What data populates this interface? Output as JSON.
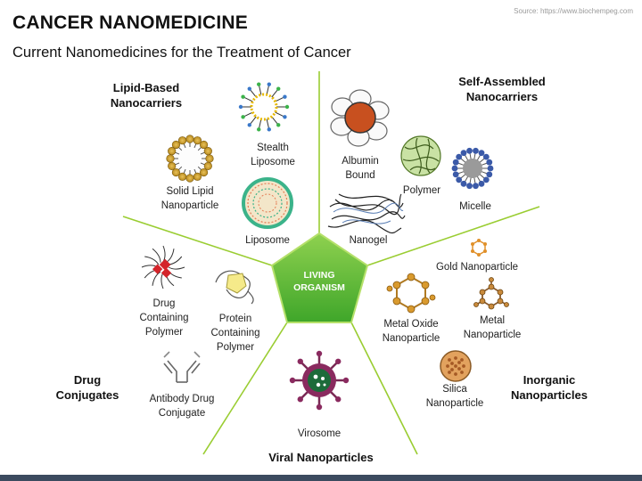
{
  "title": "CANCER NANOMEDICINE",
  "subtitle": "Current Nanomedicines for the Treatment of Cancer",
  "source": "Source: https://www.biochempeg.com",
  "center": {
    "line1": "LIVING",
    "line2": "ORGANISM"
  },
  "categories": {
    "lipid": {
      "line1": "Lipid-Based",
      "line2": "Nanocarriers"
    },
    "self_assembled": {
      "line1": "Self-Assembled",
      "line2": "Nanocarriers"
    },
    "inorganic": {
      "line1": "Inorganic",
      "line2": "Nanoparticles"
    },
    "viral": "Viral Nanoparticles",
    "drug_conjugates": {
      "line1": "Drug",
      "line2": "Conjugates"
    }
  },
  "items": {
    "stealth_liposome": {
      "line1": "Stealth",
      "line2": "Liposome"
    },
    "solid_lipid": {
      "line1": "Solid Lipid",
      "line2": "Nanoparticle"
    },
    "liposome": "Liposome",
    "albumin_bound": {
      "line1": "Albumin",
      "line2": "Bound"
    },
    "polymer": "Polymer",
    "micelle": "Micelle",
    "nanogel": "Nanogel",
    "gold_nanoparticle": "Gold Nanoparticle",
    "metal_oxide": {
      "line1": "Metal Oxide",
      "line2": "Nanoparticle"
    },
    "metal_nanoparticle": {
      "line1": "Metal",
      "line2": "Nanoparticle"
    },
    "silica": {
      "line1": "Silica",
      "line2": "Nanoparticle"
    },
    "virosome": "Virosome",
    "drug_polymer": {
      "line1": "Drug",
      "line2": "Containing",
      "line3": "Polymer"
    },
    "protein_polymer": {
      "line1": "Protein",
      "line2": "Containing",
      "line3": "Polymer"
    },
    "antibody_drug": {
      "line1": "Antibody Drug",
      "line2": "Conjugate"
    }
  },
  "colors": {
    "divider": "#9acd32",
    "center_fill": "#5cb82e",
    "center_stroke": "#9ad44e",
    "bottom_bar": "#3c4b5f"
  }
}
